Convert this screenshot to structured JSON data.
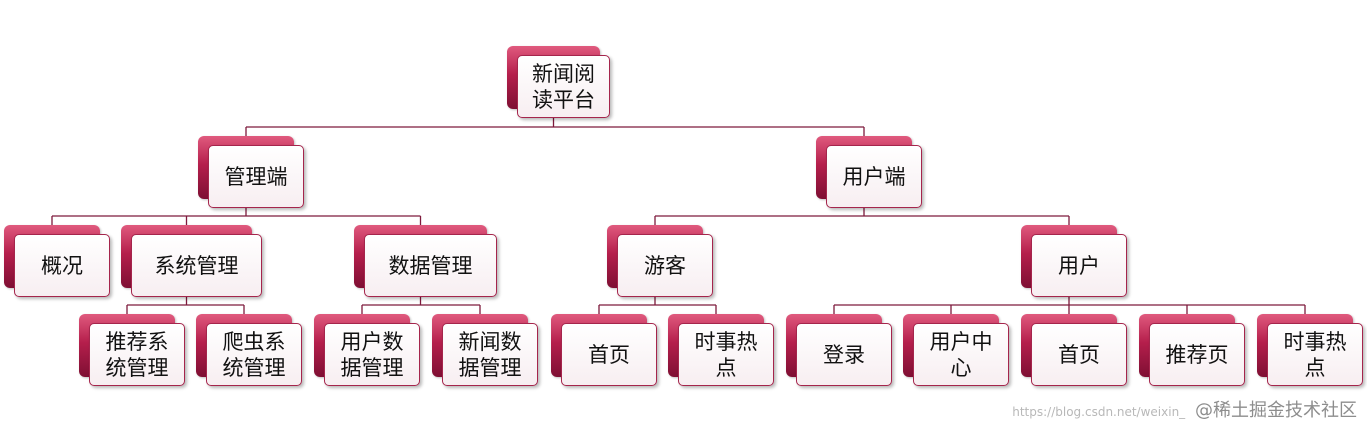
{
  "diagram": {
    "root": {
      "id": "root",
      "label": "新闻阅\n读平台"
    },
    "nodes": [
      {
        "id": "root",
        "label": "新闻阅\n读平台",
        "parent": null
      },
      {
        "id": "admin",
        "label": "管理端",
        "parent": "root"
      },
      {
        "id": "user_side",
        "label": "用户端",
        "parent": "root"
      },
      {
        "id": "overview",
        "label": "概况",
        "parent": "admin"
      },
      {
        "id": "sys_mgmt",
        "label": "系统管理",
        "parent": "admin"
      },
      {
        "id": "data_mgmt",
        "label": "数据管理",
        "parent": "admin"
      },
      {
        "id": "rec_mgmt",
        "label": "推荐系\n统管理",
        "parent": "sys_mgmt"
      },
      {
        "id": "crawler_mgmt",
        "label": "爬虫系\n统管理",
        "parent": "sys_mgmt"
      },
      {
        "id": "user_data_mgmt",
        "label": "用户数\n据管理",
        "parent": "data_mgmt"
      },
      {
        "id": "news_data_mgmt",
        "label": "新闻数\n据管理",
        "parent": "data_mgmt"
      },
      {
        "id": "visitor",
        "label": "游客",
        "parent": "user_side"
      },
      {
        "id": "user",
        "label": "用户",
        "parent": "user_side"
      },
      {
        "id": "v_home",
        "label": "首页",
        "parent": "visitor"
      },
      {
        "id": "v_hot",
        "label": "时事热\n点",
        "parent": "visitor"
      },
      {
        "id": "u_login",
        "label": "登录",
        "parent": "user"
      },
      {
        "id": "u_center",
        "label": "用户中\n心",
        "parent": "user"
      },
      {
        "id": "u_home",
        "label": "首页",
        "parent": "user"
      },
      {
        "id": "u_rec",
        "label": "推荐页",
        "parent": "user"
      },
      {
        "id": "u_hot",
        "label": "时事热\n点",
        "parent": "user"
      }
    ],
    "colors": {
      "accent": "#b51f4c",
      "line": "#7e1a3c"
    }
  },
  "watermark": {
    "url_text": "https://blog.csdn.net/weixin_",
    "brand": "@稀土掘金技术社区"
  }
}
